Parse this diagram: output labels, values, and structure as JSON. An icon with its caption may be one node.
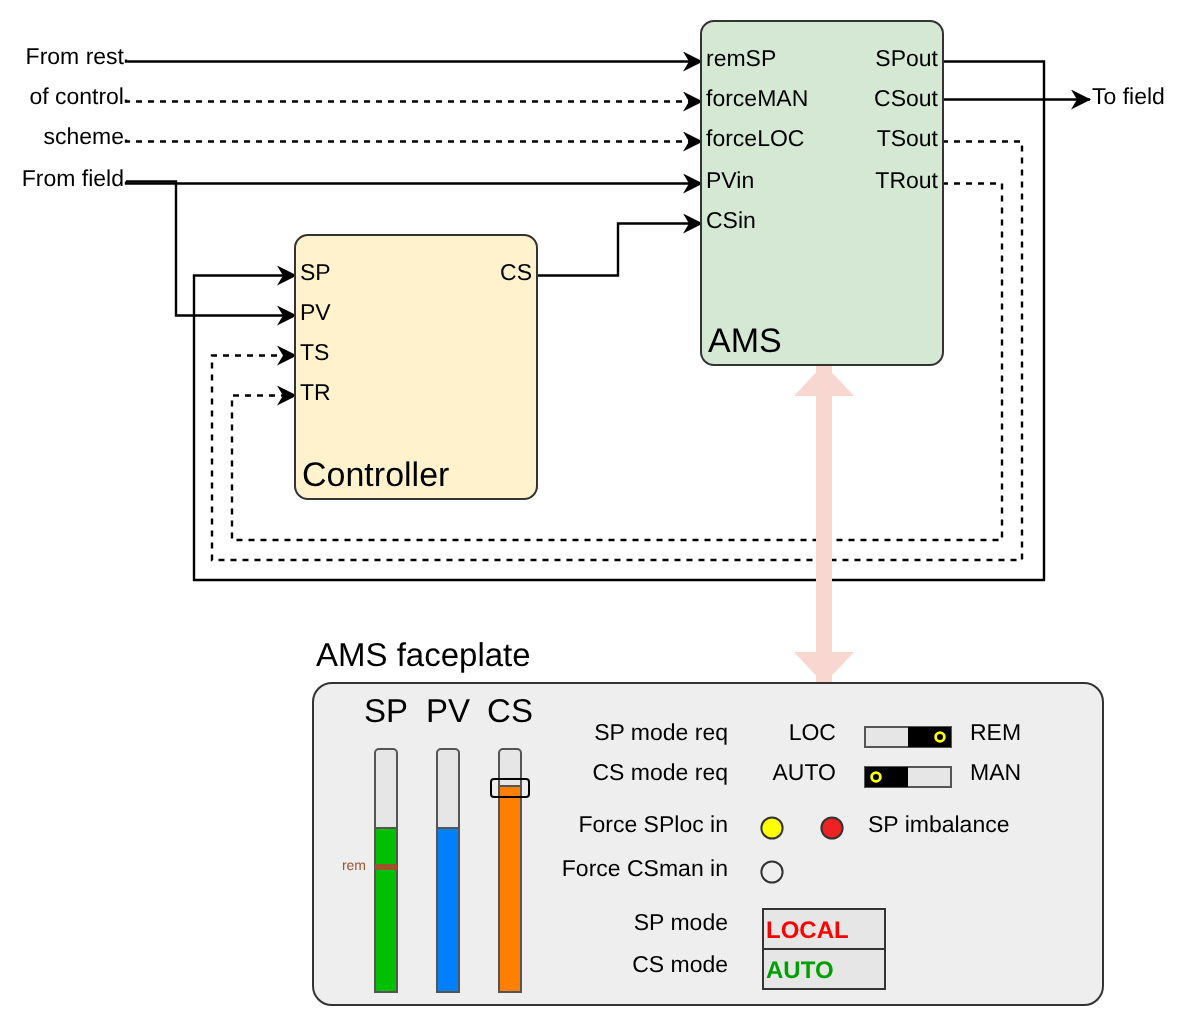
{
  "diagram": {
    "nodes": [
      {
        "text": [
          "From rest"
        ]
      },
      {
        "text": [
          "of control"
        ]
      },
      {
        "text": [
          "scheme"
        ]
      },
      {
        "text": [
          "From field"
        ]
      },
      {
        "text": [
          "AMS"
        ]
      },
      {
        "text": [
          "remSP"
        ],
        "in": 4
      },
      {
        "text": [
          "forceMAN"
        ],
        "in": 4
      },
      {
        "text": [
          "forceLOC"
        ],
        "in": 4
      },
      {
        "text": [
          "PVin"
        ],
        "in": 4
      },
      {
        "text": [
          "CSin"
        ],
        "in": 4
      },
      {
        "text": [
          "SPout"
        ],
        "in": 4
      },
      {
        "text": [
          "CSout"
        ],
        "in": 4
      },
      {
        "text": [
          "TSout"
        ],
        "in": 4
      },
      {
        "text": [
          "TRout"
        ],
        "in": 4
      },
      {
        "text": [
          "Controller"
        ]
      },
      {
        "text": [
          "SP"
        ],
        "in": 14
      },
      {
        "text": [
          "PV"
        ],
        "in": 14
      },
      {
        "text": [
          "TS"
        ],
        "in": 14
      },
      {
        "text": [
          "TR"
        ],
        "in": 14
      },
      {
        "text": [
          "CS"
        ],
        "in": 14
      },
      {
        "text": [
          "To field"
        ]
      },
      {
        "text": [
          "AMS faceplate"
        ]
      }
    ],
    "edges": [
      {
        "from": 0,
        "to": 5,
        "arrow": "to"
      },
      {
        "from": 1,
        "to": 6,
        "arrow": "to",
        "style": "dashed"
      },
      {
        "from": 2,
        "to": 7,
        "arrow": "to",
        "style": "dashed"
      },
      {
        "from": 3,
        "to": 8,
        "arrow": "to"
      },
      {
        "from": 3,
        "to": 16,
        "arrow": "to"
      },
      {
        "from": 19,
        "to": 9,
        "arrow": "to"
      },
      {
        "from": 10,
        "to": 15,
        "arrow": "to"
      },
      {
        "from": 11,
        "to": 20,
        "arrow": "to"
      },
      {
        "from": 12,
        "to": 17,
        "arrow": "to",
        "style": "dashed"
      },
      {
        "from": 13,
        "to": 18,
        "arrow": "to",
        "style": "dashed"
      },
      {
        "from": 4,
        "to": 21,
        "arrow": "both",
        "style": "thick",
        "color": "#f8d7d0"
      }
    ],
    "labels": [
      "SP",
      "PV",
      "CS",
      "rem",
      "SP mode req",
      "LOC",
      "REM",
      "CS mode req",
      "AUTO",
      "MAN",
      "Force SPloc in",
      "SP imbalance",
      "Force CSman in",
      "SP mode",
      "LOCAL",
      "CS mode",
      "AUTO"
    ]
  }
}
